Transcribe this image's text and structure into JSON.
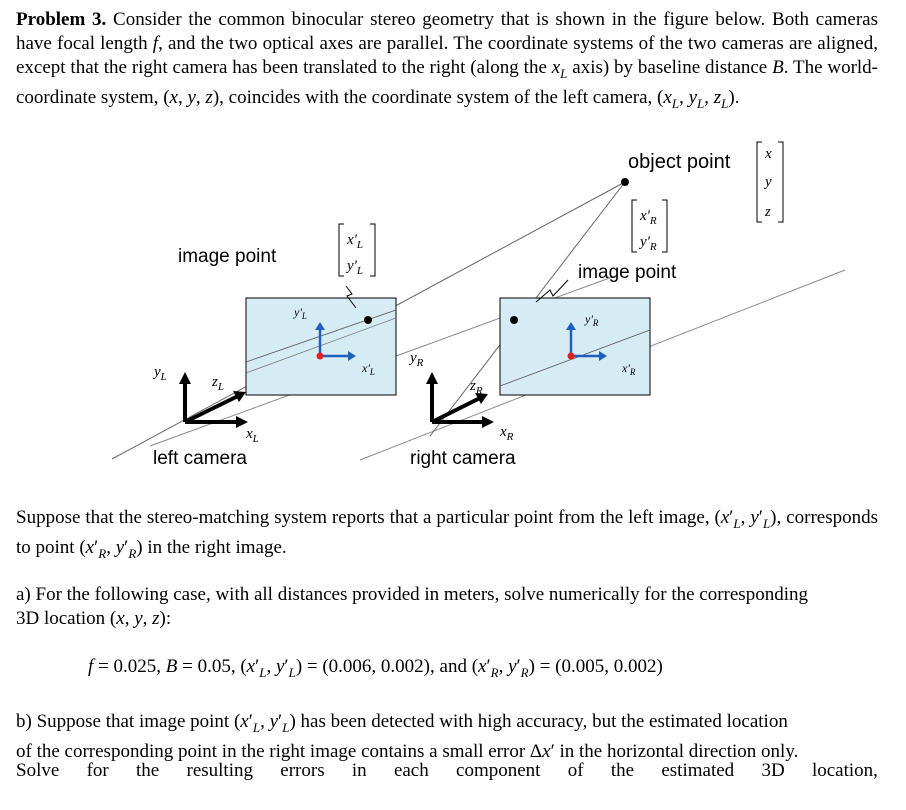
{
  "problem": {
    "title": "Problem 3.",
    "intro": " Consider the common binocular stereo geometry that is shown in the figure below. Both cameras have focal length f, and the two optical axes are parallel. The coordinate systems of the two cameras are aligned, except that the right camera has been translated to the right (along the x",
    "intro_sub": "L",
    "intro_cont": " axis) by baseline distance B. The world-coordinate system, (x, y, z), coincides with the coordinate system of the left camera, (x",
    "intro_end": "L, y L, z L)."
  },
  "figure": {
    "object_point_label": "object point",
    "image_point_left_label": "image point",
    "image_point_right_label": "image point",
    "left_camera_label": "left camera",
    "right_camera_label": "right camera",
    "axis_labels": {
      "yL": "y",
      "zL": "z",
      "xL": "x",
      "L": "L",
      "yR": "y",
      "zR": "z",
      "xR": "x",
      "R": "R"
    },
    "world_vector": [
      "x",
      "y",
      "z"
    ],
    "left_image_vector": [
      "x'",
      "y'"
    ],
    "right_image_vector": [
      "x'",
      "y'"
    ]
  },
  "body": {
    "suppose": "Suppose that the stereo-matching system reports that a particular point from the left image, (x'L, y'L), corresponds to point (x'R, y'R) in the right image.",
    "part_a_line1": "a) For the following case, with all distances provided in meters, solve numerically for the corresponding",
    "part_a_line2": "3D location (x, y, z):",
    "equation": "f = 0.025, B = 0.05, (x'L, y'L) = (0.006, 0.002), and (x'R, y'R) = (0.005, 0.002)",
    "part_b_line1": "b) Suppose that image point (x'L, y'L) has been detected with high accuracy, but the estimated location",
    "part_b_line2": "of the corresponding point in the right image contains a small error Δx' in the horizontal direction only.",
    "part_b_line3_words": [
      "Solve",
      "for",
      "the",
      "resulting",
      "errors",
      "in",
      "each",
      "component",
      "of",
      "the",
      "estimated",
      "3D",
      "location,"
    ]
  },
  "colors": {
    "image_plane_fill": "#d6ecf5",
    "axis_blue": "#1f5fbf",
    "axis_red": "#e0201c"
  }
}
